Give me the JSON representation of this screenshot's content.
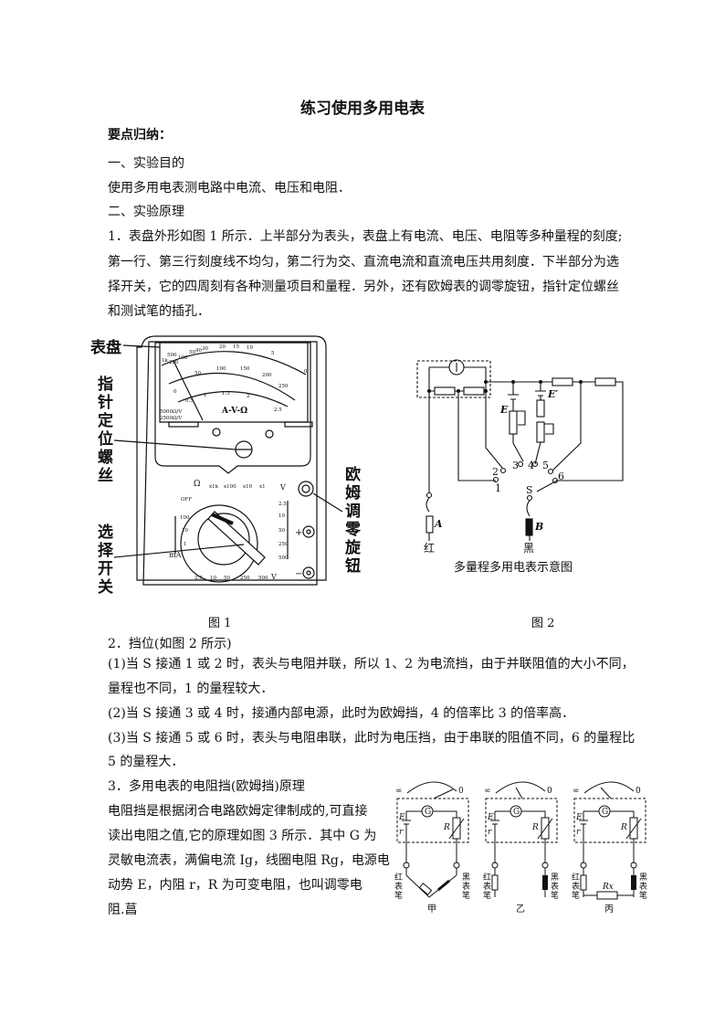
{
  "title": "练习使用多用电表",
  "summary_heading": "要点归纳：",
  "sec1": {
    "heading": "一、实验目的",
    "body": "使用多用电表测电路中电流、电压和电阻．"
  },
  "sec2": {
    "heading": "二、实验原理",
    "p1_lines": [
      "1．表盘外形如图 1 所示．上半部分为表头，表盘上有电流、电压、电阻等多种量程的刻度;",
      "第一行、第三行刻度线不均匀，第二行为交、直流电流和直流电压共用刻度．下半部分为选",
      "择开关，它的四周刻有各种测量项目和量程．另外，还有欧姆表的调零旋钮，指针定位螺丝",
      "和测试笔的插孔．"
    ],
    "p2_lines": [
      "2．挡位(如图 2 所示)",
      "(1)当 S 接通 1 或 2 时，表头与电阻并联，所以 1、2 为电流挡，由于并联阻值的大小不同，",
      "量程也不同，1 的量程较大．",
      "(2)当 S 接通 3 或 4 时，接通内部电源，此时为欧姆挡，4 的倍率比 3 的倍率高．",
      "(3)当 S 接通 5 或 6 时，表头与电阻串联，此时为电压挡，由于串联的阻值不同，6 的量程比",
      "5 的量程大．"
    ],
    "p3_lines": [
      "3．多用电表的电阻挡(欧姆挡)原理",
      "电阻挡是根据闭合电路欧姆定律制成的,可直接",
      "读出电阻之值,它的原理如图 3 所示．其中 G 为",
      "灵敏电流表，满偏电流 Ig，线圈电阻 Rg，电源电",
      "动势 E，内阻 r，R 为可变电阻，也叫调零电",
      "阻.菖"
    ]
  },
  "fig1": {
    "caption": "图 1",
    "labels": {
      "dial": "表盘",
      "screw": [
        "指",
        "针",
        "定",
        "位",
        "螺",
        "丝"
      ],
      "knob": [
        "欧",
        "姆",
        "调",
        "零",
        "旋",
        "钮"
      ],
      "switch": [
        "选",
        "择",
        "开",
        "关"
      ]
    },
    "dial_text": "A-V-Ω",
    "ohm_scale": [
      "1k",
      "500",
      "200",
      "100",
      "50",
      "40",
      "30",
      "20",
      "15",
      "10",
      "5",
      "0"
    ],
    "mid_scale": [
      "0",
      "50",
      "100",
      "150",
      "200",
      "250"
    ],
    "low_scale": [
      "0.5",
      "1",
      "1.5",
      "2",
      "2.5"
    ],
    "switch_ranges": {
      "ohm": [
        "x1k",
        "x100",
        "x10",
        "x1"
      ],
      "ma": [
        "100",
        "10",
        "1"
      ],
      "dcv": [
        "2.5",
        "10",
        "50",
        "250",
        "500"
      ],
      "acv": [
        "2.5",
        "10",
        "50",
        "250",
        "500"
      ],
      "off": "OFF"
    },
    "symbols": {
      "ohm": "Ω",
      "v": "V",
      "ma": "mA",
      "plus": "+",
      "minus": "−"
    },
    "sens": [
      "5000Ω/V",
      "2500Ω/V"
    ]
  },
  "fig2": {
    "caption": "图 2",
    "title": "多量程多用电表示意图",
    "labels": {
      "E": "E",
      "E2": "E′",
      "A": "A",
      "B": "B",
      "S": "S",
      "red": "红",
      "black": "黑",
      "n1": "1",
      "n2": "2",
      "n3": "3",
      "n4": "4",
      "n5": "5",
      "n6": "6"
    }
  },
  "fig3": {
    "panels": [
      "甲",
      "乙",
      "丙"
    ],
    "inf": "∞",
    "zero": "0",
    "G": "G",
    "E": "E",
    "r": "r",
    "R": "R",
    "Rx": "Rx",
    "red_pen": [
      "红",
      "表",
      "笔"
    ],
    "black_pen": [
      "黑",
      "表",
      "笔"
    ]
  }
}
